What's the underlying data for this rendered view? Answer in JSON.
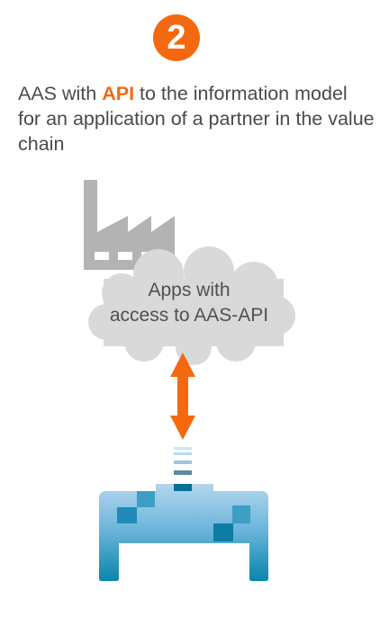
{
  "step": {
    "number": "2",
    "color": "#f4690f"
  },
  "caption": {
    "before": "AAS with ",
    "highlight": "API",
    "after": " to the information model for an application of a partner in the value chain",
    "highlight_color": "#f4690f",
    "text_color": "#4a4a4a"
  },
  "factory": {
    "icon": "factory-icon",
    "color": "#b3b3b3"
  },
  "cloud": {
    "icon": "cloud-icon",
    "line1": "Apps with",
    "line2": "access to AAS-API",
    "color": "#d9d9d9"
  },
  "arrow": {
    "icon": "double-arrow-icon",
    "color": "#f4690f"
  },
  "asset": {
    "icon": "asset-connector-icon",
    "color_top": "#b4d6ee",
    "color_bottom": "#0a85ac"
  }
}
